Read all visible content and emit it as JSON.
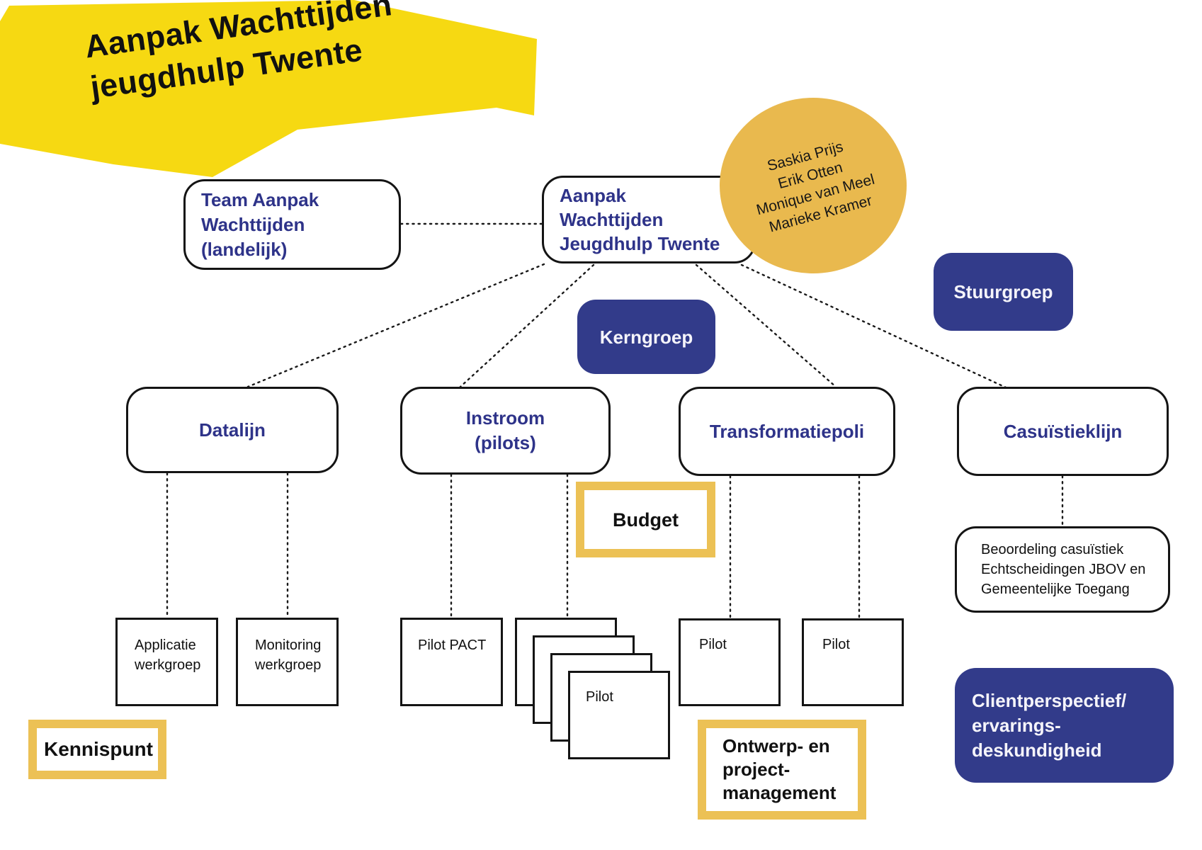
{
  "banner": {
    "line1": "Aanpak Wachttijden",
    "line2": "jeugdhulp Twente"
  },
  "colors": {
    "banner_yellow": "#f6d912",
    "circle_gold": "#e9b94e",
    "frame_gold": "#ecc155",
    "navy_fill": "#323b8a",
    "navy_text": "#2e3389",
    "line_black": "#1a1a1a"
  },
  "nodes": {
    "team": {
      "lines": [
        "Team Aanpak",
        "Wachttijden",
        "(landelijk)"
      ]
    },
    "aanpak": {
      "lines": [
        "Aanpak",
        "Wachttijden",
        "Jeugdhulp Twente"
      ]
    },
    "names_circle": {
      "lines": [
        "Saskia Prijs",
        "Erik Otten",
        "Monique van Meel",
        "Marieke Kramer"
      ]
    },
    "stuurgroep": {
      "label": "Stuurgroep"
    },
    "kerngroep": {
      "label": "Kerngroep"
    },
    "datalijn": {
      "label": "Datalijn"
    },
    "instroom": {
      "lines": [
        "Instroom",
        "(pilots)"
      ]
    },
    "transformatiepoli": {
      "label": "Transformatiepoli"
    },
    "casuistieklijn": {
      "label": "Casuïstieklijn"
    },
    "budget": {
      "label": "Budget"
    },
    "beoordeling": {
      "lines": [
        "Beoordeling casuïstiek",
        "Echtscheidingen JBOV en",
        "Gemeentelijke Toegang"
      ]
    },
    "applicatie": {
      "lines": [
        "Applicatie",
        "werkgroep"
      ]
    },
    "monitoring": {
      "lines": [
        "Monitoring",
        "werkgroep"
      ]
    },
    "pilot_pact": {
      "label": "Pilot PACT"
    },
    "pilot_stack": {
      "label": "Pilot"
    },
    "pilot_left": {
      "label": "Pilot"
    },
    "pilot_right": {
      "label": "Pilot"
    },
    "kennispunt": {
      "label": "Kennispunt"
    },
    "ontwerp": {
      "lines": [
        "Ontwerp- en",
        "project-",
        "management"
      ]
    },
    "clientperspectief": {
      "lines": [
        "Clientperspectief/",
        "ervarings-",
        "deskundigheid"
      ]
    }
  }
}
